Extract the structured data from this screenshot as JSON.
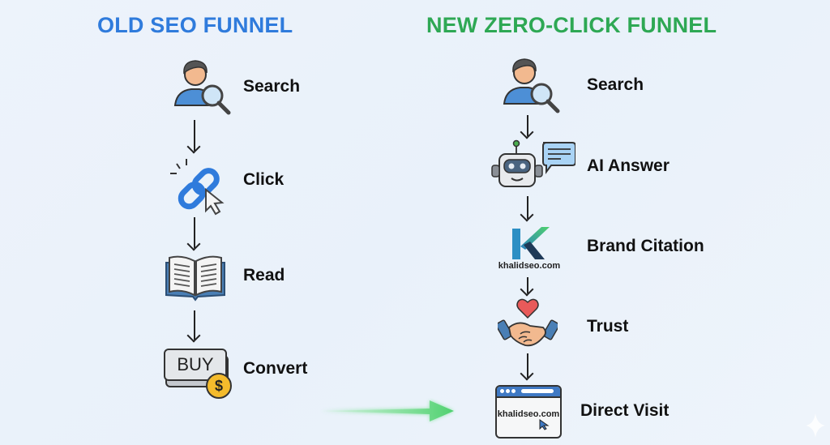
{
  "old_funnel": {
    "title": "OLD SEO FUNNEL",
    "title_color": "#2f7bdc",
    "steps": [
      {
        "label": "Search",
        "icon": "person-search-icon"
      },
      {
        "label": "Click",
        "icon": "link-click-icon"
      },
      {
        "label": "Read",
        "icon": "open-book-icon"
      },
      {
        "label": "Convert",
        "icon": "buy-button-icon",
        "icon_text": "BUY",
        "badge": "$"
      }
    ]
  },
  "new_funnel": {
    "title": "NEW ZERO-CLICK FUNNEL",
    "title_color": "#2ea854",
    "steps": [
      {
        "label": "Search",
        "icon": "person-search-icon"
      },
      {
        "label": "AI Answer",
        "icon": "robot-chat-icon"
      },
      {
        "label": "Brand Citation",
        "icon": "brand-logo-icon",
        "icon_text": "khalidseo.com"
      },
      {
        "label": "Trust",
        "icon": "handshake-heart-icon"
      },
      {
        "label": "Direct Visit",
        "icon": "browser-window-icon",
        "icon_text": "khalidseo.com"
      }
    ]
  },
  "transition_arrow": {
    "color": "#4fd16f",
    "direction": "right"
  }
}
